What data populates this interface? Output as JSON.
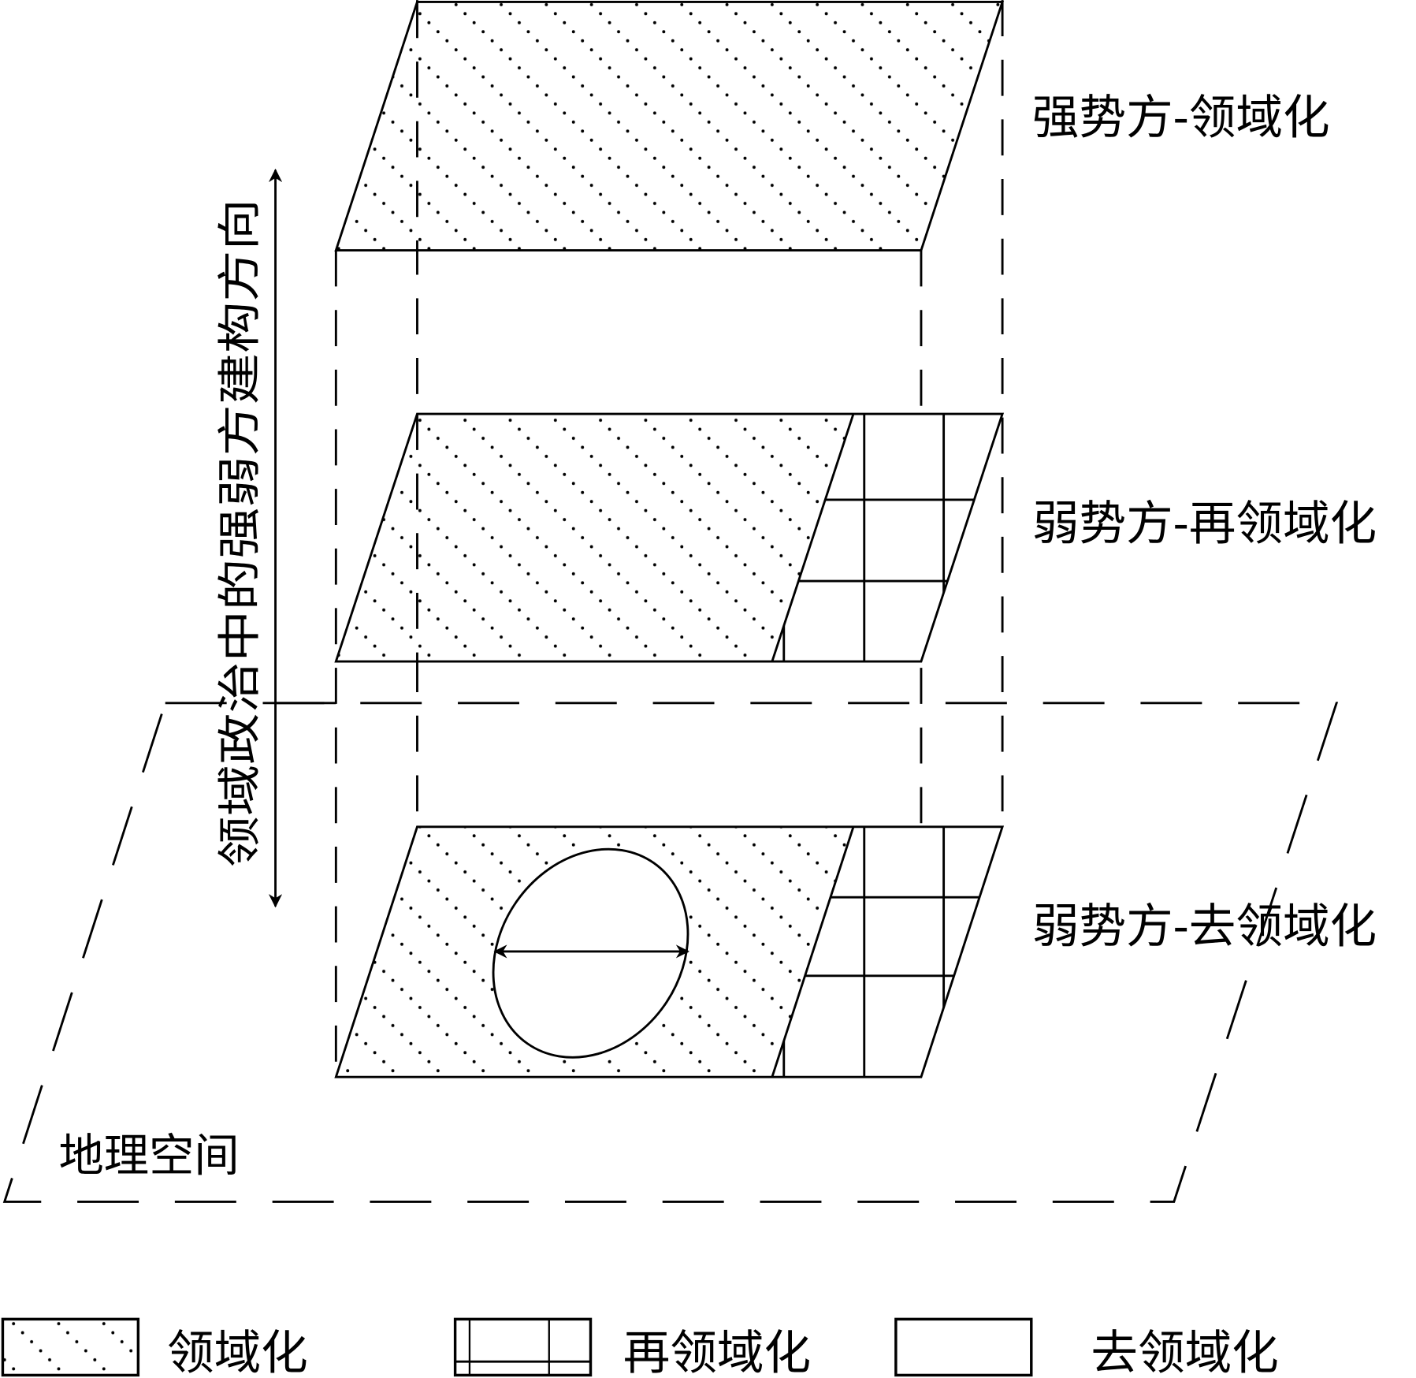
{
  "layers": [
    {
      "label": "强势方-领域化"
    },
    {
      "label": "弱势方-再领域化"
    },
    {
      "label": "弱势方-去领域化"
    }
  ],
  "axis_label": "领域政治中的强弱方建构方向",
  "ground_label": "地理空间",
  "legend": [
    {
      "label": "领域化"
    },
    {
      "label": "再领域化"
    },
    {
      "label": "去领域化"
    }
  ]
}
